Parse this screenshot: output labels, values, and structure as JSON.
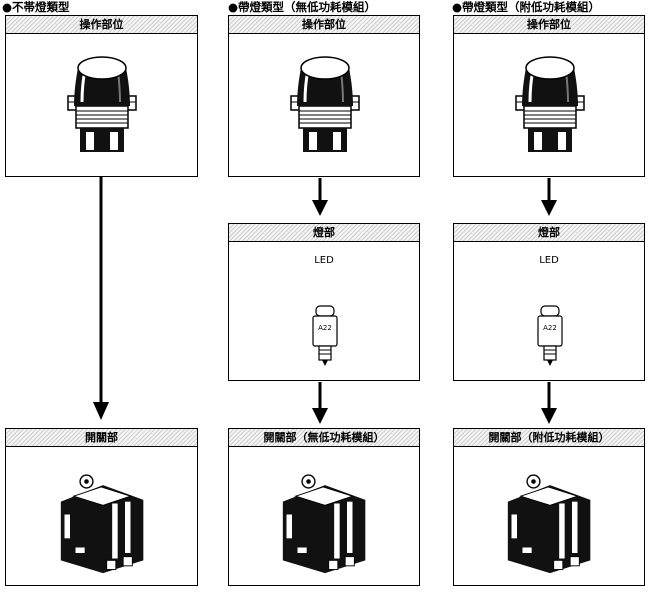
{
  "columns": [
    {
      "title": "●不帯燈類型",
      "operation": {
        "header": "操作部位",
        "icon": "pushbutton-icon"
      },
      "switch": {
        "header": "開關部",
        "icon": "switch-block-icon"
      }
    },
    {
      "title": "●帶燈類型（無低功耗模組）",
      "operation": {
        "header": "操作部位",
        "icon": "pushbutton-icon"
      },
      "lamp": {
        "header": "燈部",
        "label": "LED",
        "bulb_text": "A22",
        "icon": "led-bulb-icon"
      },
      "switch": {
        "header": "開關部（無低功耗模組）",
        "icon": "switch-block-icon"
      }
    },
    {
      "title": "●帶燈類型（附低功耗模組）",
      "operation": {
        "header": "操作部位",
        "icon": "pushbutton-icon"
      },
      "lamp": {
        "header": "燈部",
        "label": "LED",
        "bulb_text": "A22",
        "icon": "led-bulb-icon"
      },
      "switch": {
        "header": "開關部（附低功耗模組）",
        "icon": "switch-block-icon"
      }
    }
  ]
}
